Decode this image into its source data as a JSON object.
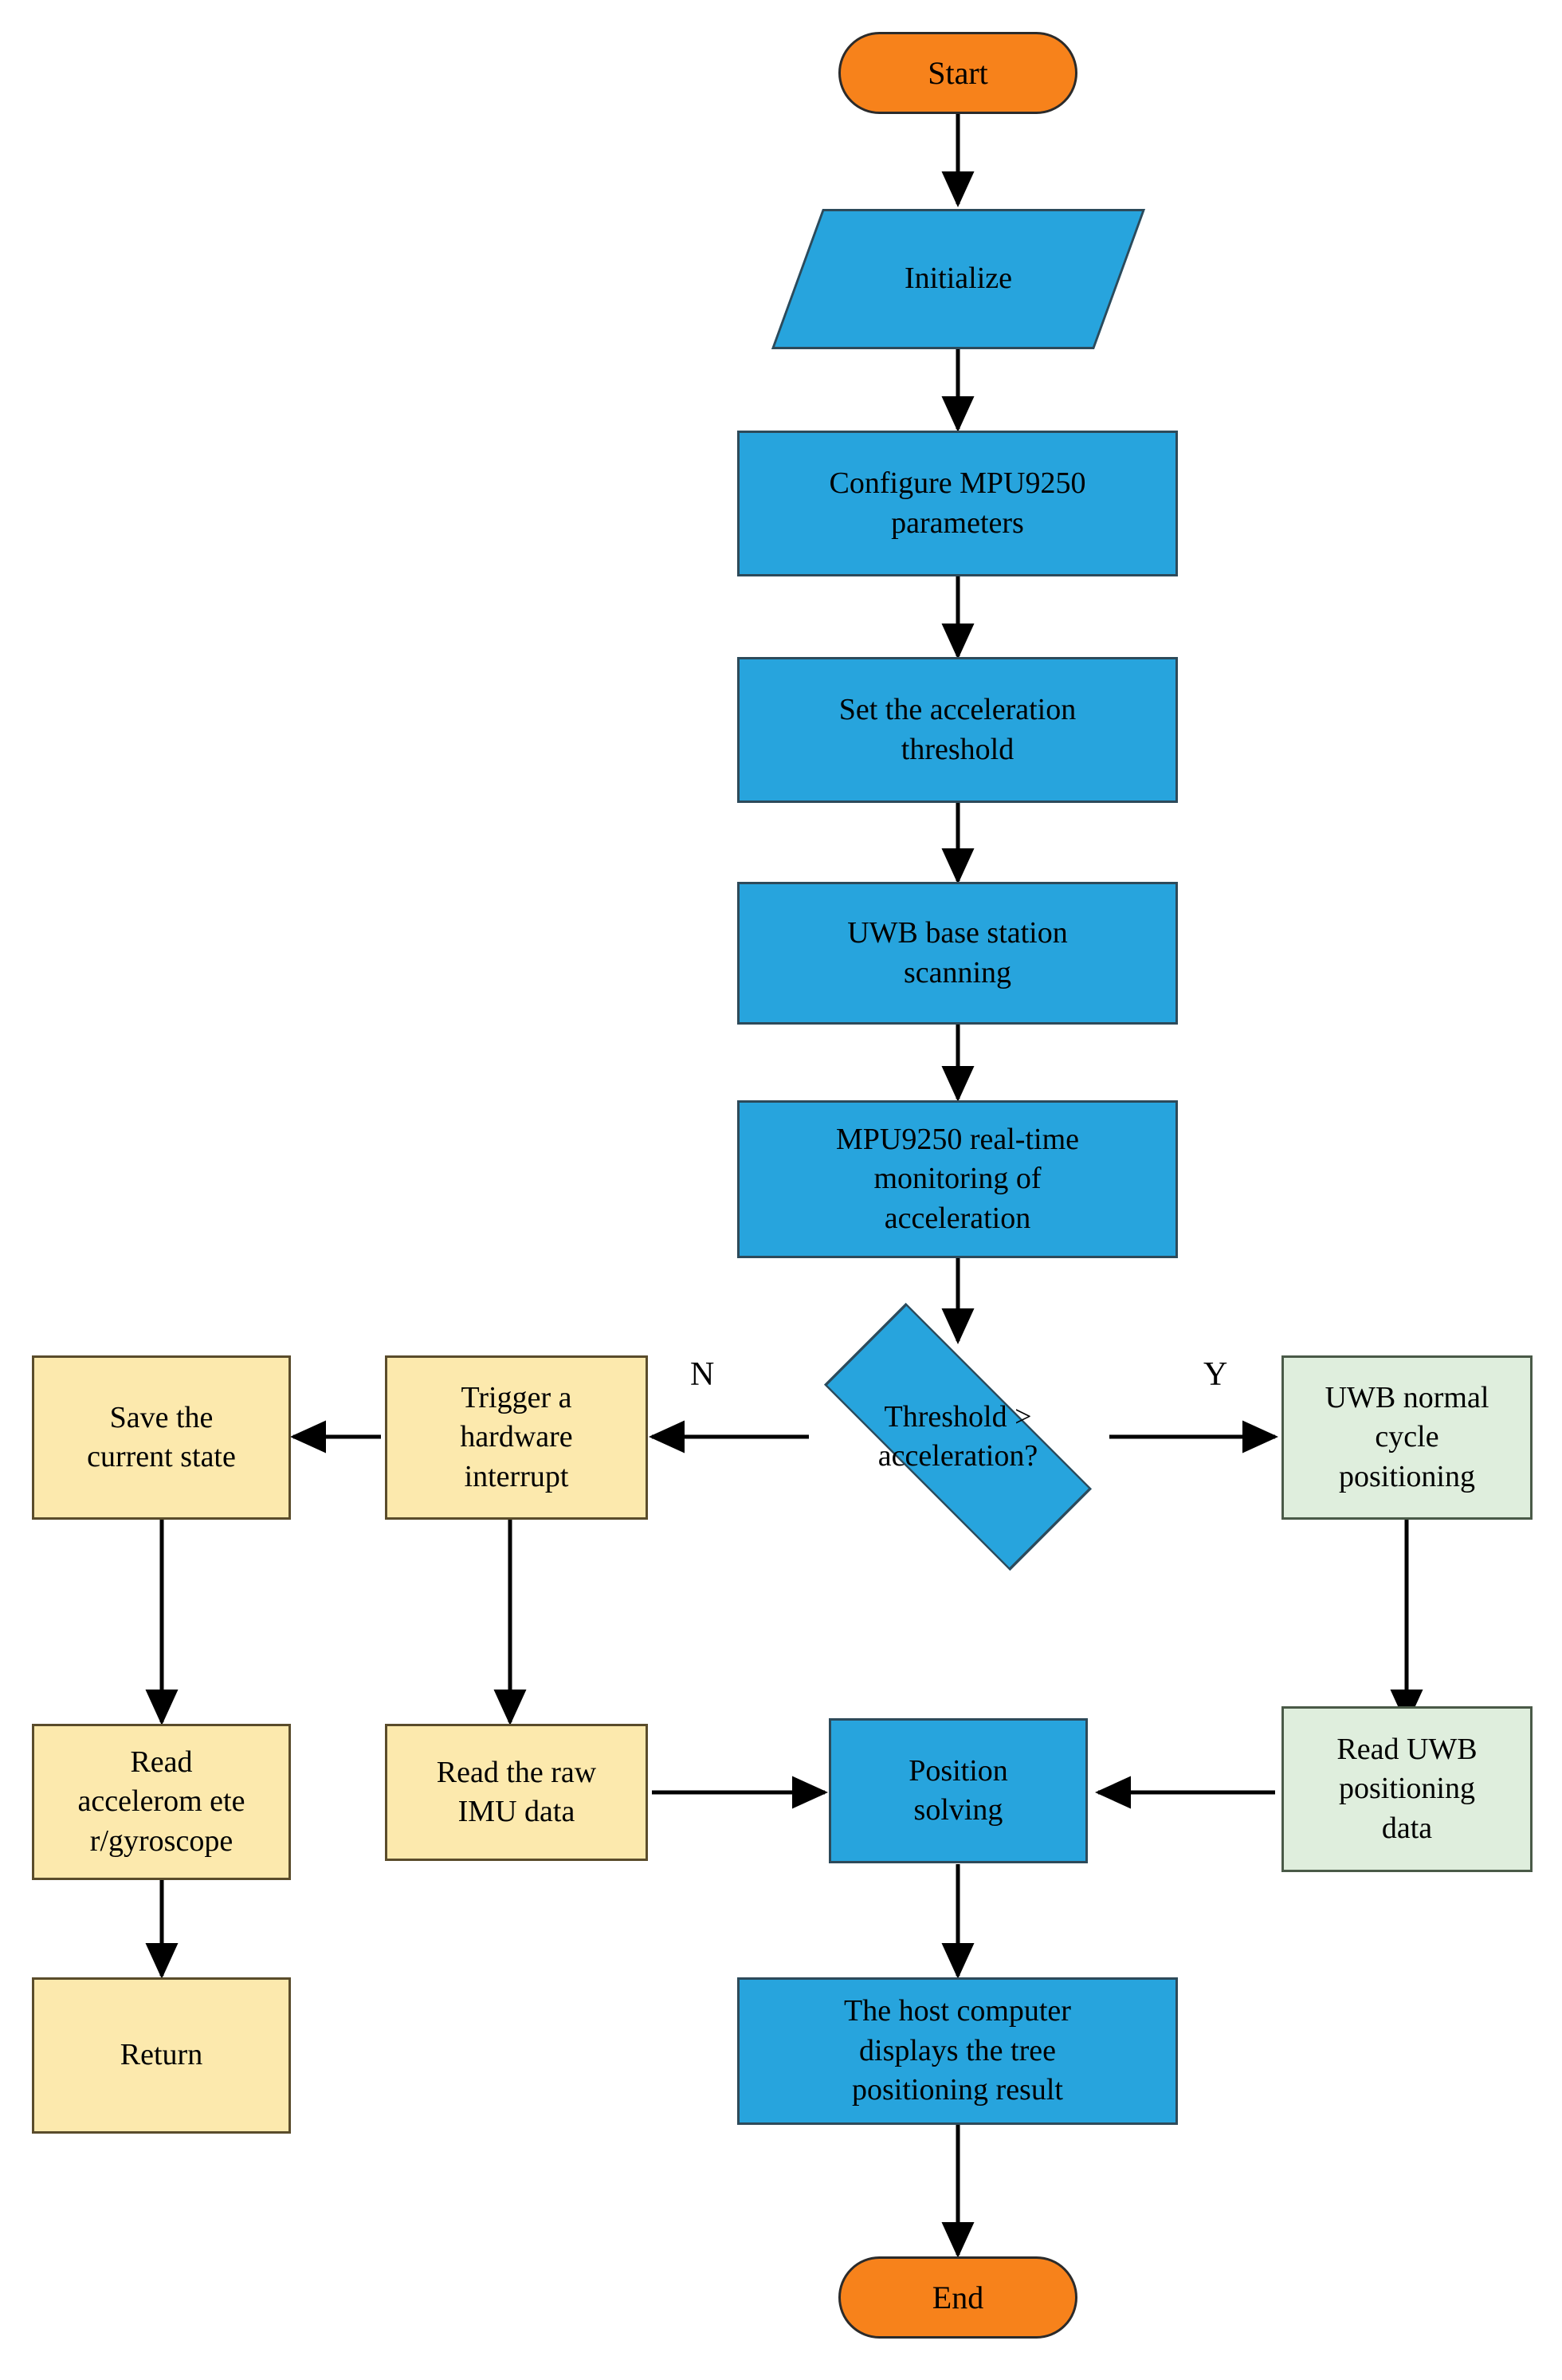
{
  "diagram": {
    "title": "UWB / MPU9250 positioning system flowchart",
    "background": "#ffffff",
    "colors": {
      "terminator": "#f7821b",
      "process_blue": "#27a4dd",
      "process_yellow": "#fce9ad",
      "process_green": "#dfeedd",
      "connector": "#000000",
      "text": "#000000"
    }
  },
  "nodes": {
    "start": {
      "label": "Start",
      "shape": "terminator"
    },
    "initialize": {
      "label": "Initialize",
      "shape": "parallelogram"
    },
    "configure_mpu": {
      "label": "Configure MPU9250\nparameters",
      "shape": "process"
    },
    "set_threshold": {
      "label": "Set the acceleration\nthreshold",
      "shape": "process"
    },
    "uwb_scan": {
      "label": "UWB base station\nscanning",
      "shape": "process"
    },
    "mpu_monitor": {
      "label": "MPU9250 real-time\nmonitoring of\nacceleration",
      "shape": "process"
    },
    "decision": {
      "label": "Threshold >\nacceleration?",
      "shape": "decision"
    },
    "save_state": {
      "label": "Save the\ncurrent state",
      "shape": "process"
    },
    "trigger_interrupt": {
      "label": "Trigger a\nhardware\ninterrupt",
      "shape": "process"
    },
    "uwb_cycle": {
      "label": "UWB normal\ncycle\npositioning",
      "shape": "process"
    },
    "read_accel": {
      "label": "Read\naccelerom ete\nr/gyroscope",
      "shape": "process"
    },
    "read_imu": {
      "label": "Read the raw\nIMU data",
      "shape": "process"
    },
    "position_solving": {
      "label": "Position\nsolving",
      "shape": "process"
    },
    "read_uwb_data": {
      "label": "Read UWB\npositioning\ndata",
      "shape": "process"
    },
    "return_node": {
      "label": "Return",
      "shape": "process"
    },
    "host_display": {
      "label": "The host computer\ndisplays the tree\npositioning result",
      "shape": "process"
    },
    "end": {
      "label": "End",
      "shape": "terminator"
    }
  },
  "branch_labels": {
    "no": "N",
    "yes": "Y"
  }
}
